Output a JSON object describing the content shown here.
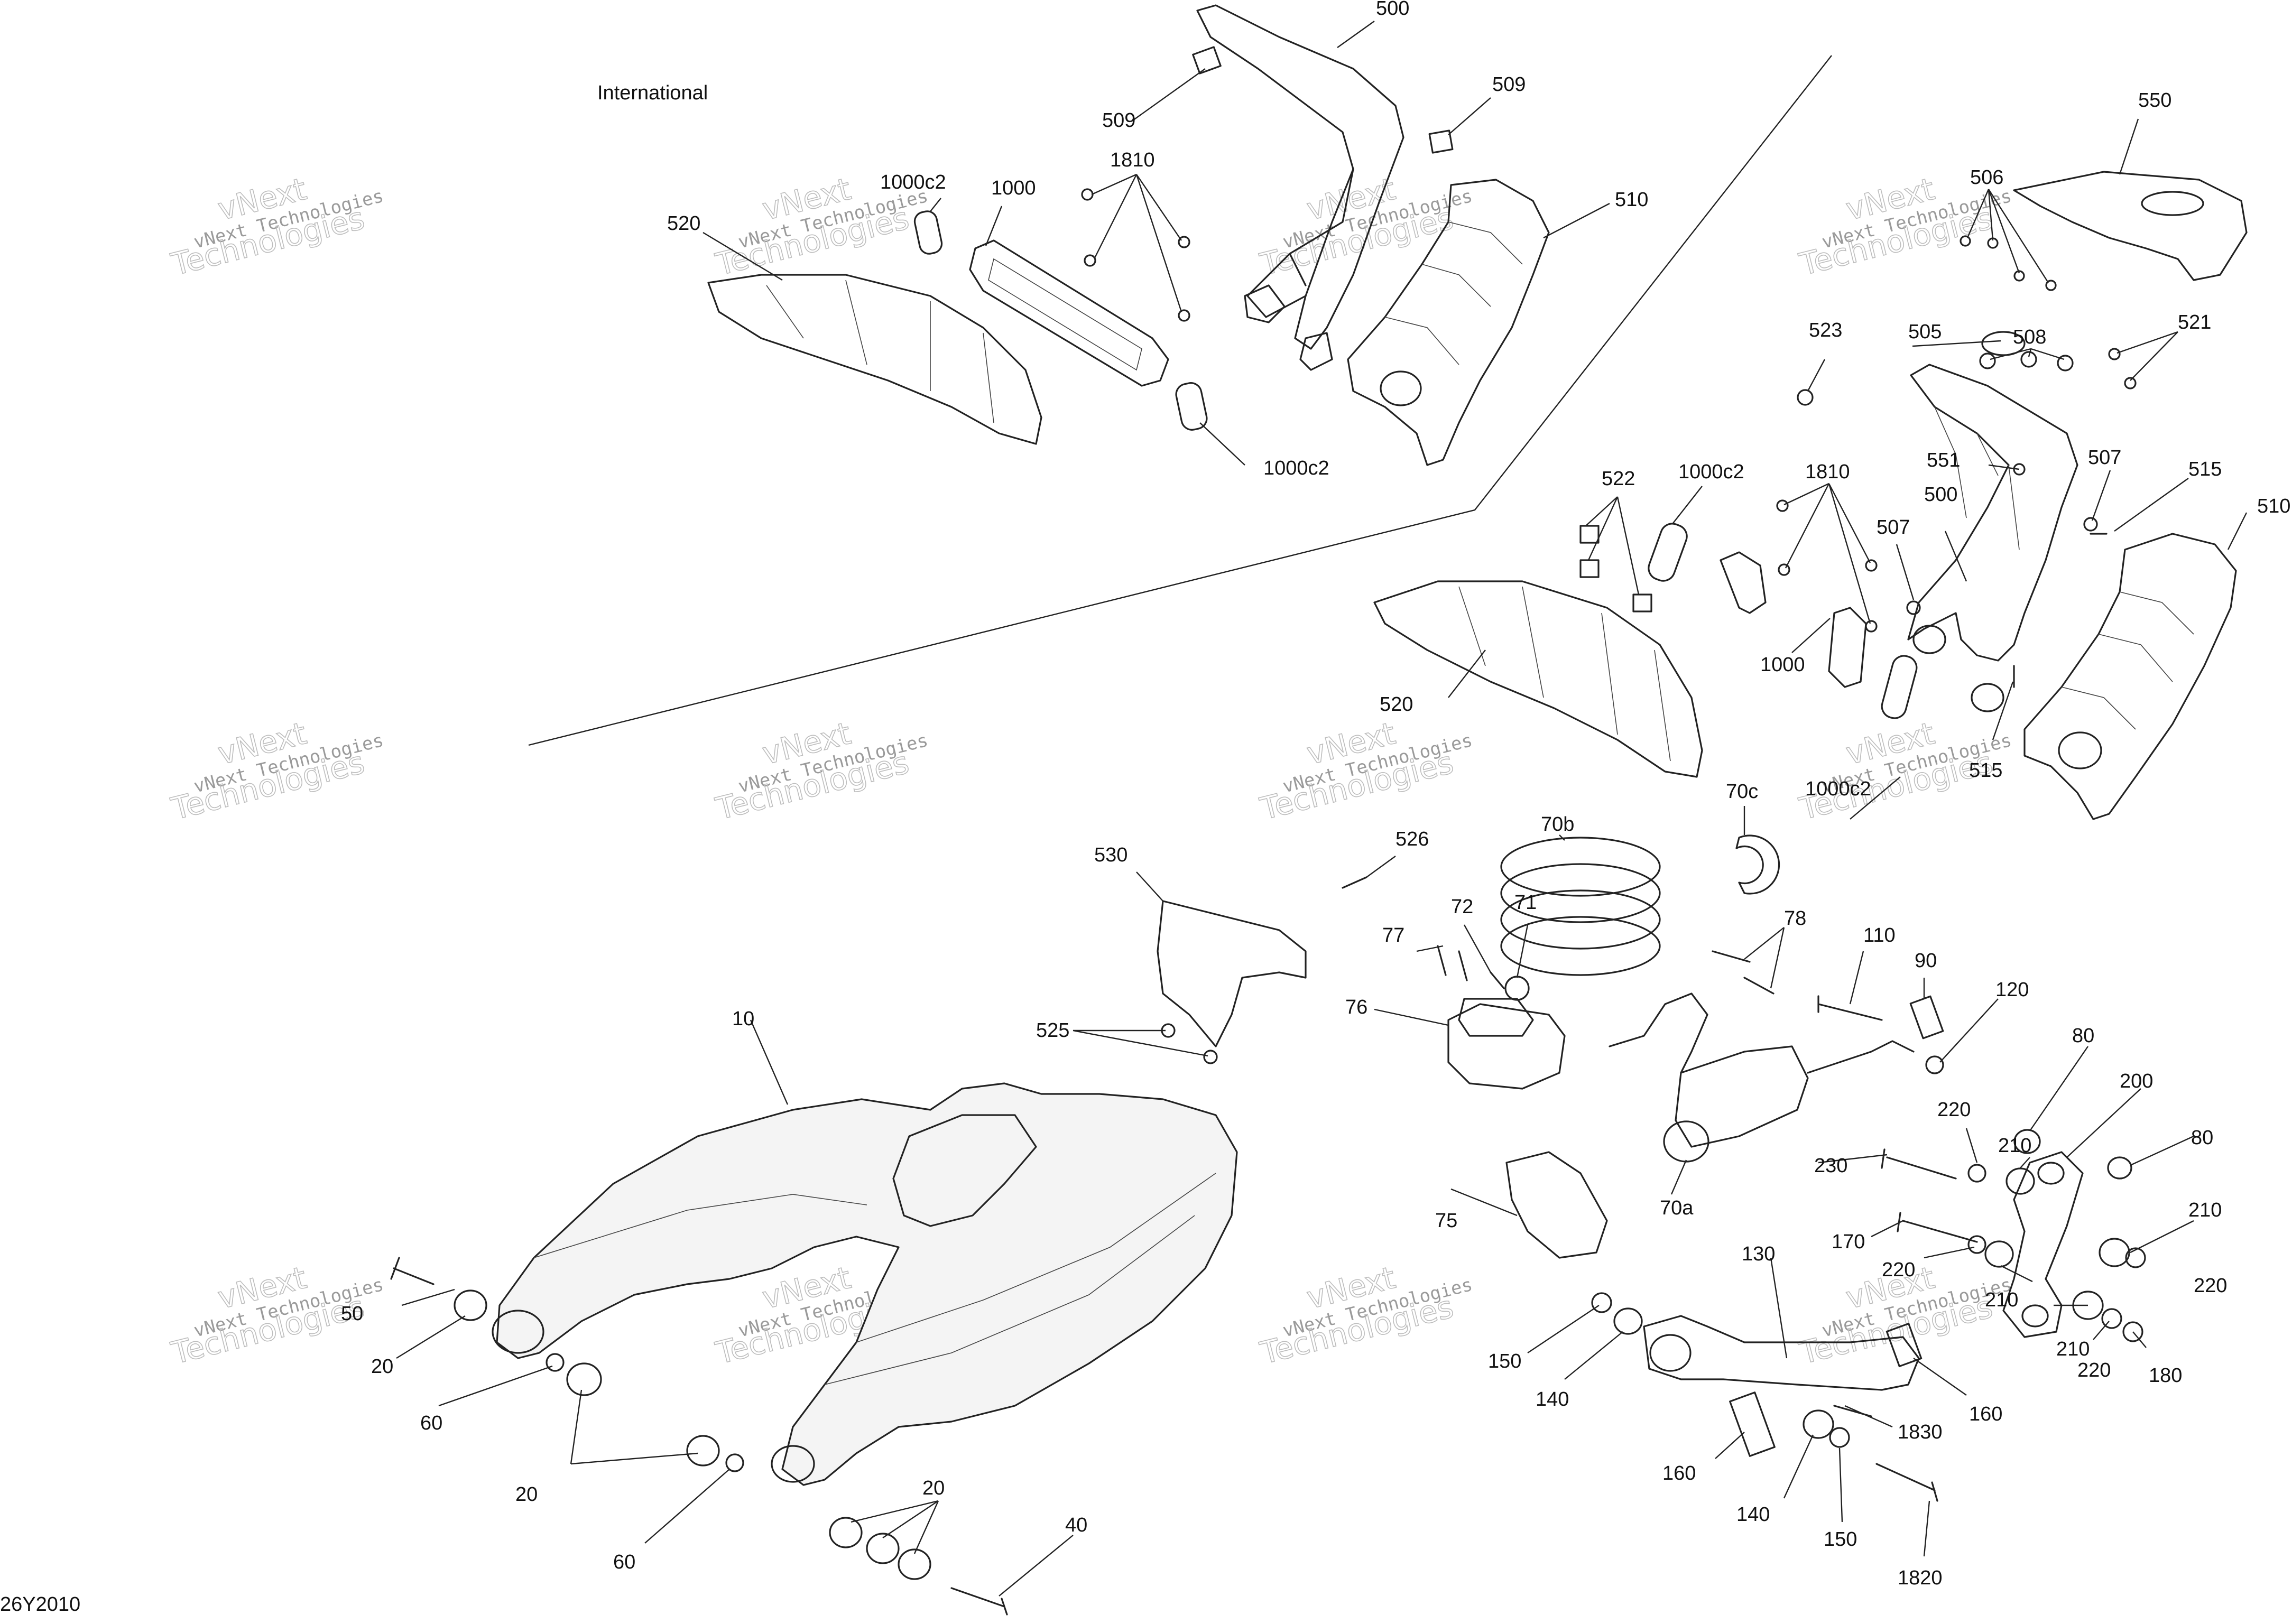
{
  "diagram": {
    "region_label": "International",
    "drawing_code": "26Y2010",
    "watermark": {
      "line1": "vNext Technologies",
      "line2": "vNext",
      "line3": "Technologies"
    },
    "callouts": [
      {
        "id": "c500a",
        "text": "500"
      },
      {
        "id": "c509a",
        "text": "509"
      },
      {
        "id": "c509b",
        "text": "509"
      },
      {
        "id": "c1810a",
        "text": "1810"
      },
      {
        "id": "c1000c2a",
        "text": "1000c2"
      },
      {
        "id": "c1000a",
        "text": "1000"
      },
      {
        "id": "c520a",
        "text": "520"
      },
      {
        "id": "c510a",
        "text": "510"
      },
      {
        "id": "c1000c2b",
        "text": "1000c2"
      },
      {
        "id": "c550",
        "text": "550"
      },
      {
        "id": "c506",
        "text": "506"
      },
      {
        "id": "c523",
        "text": "523"
      },
      {
        "id": "c505",
        "text": "505"
      },
      {
        "id": "c508",
        "text": "508"
      },
      {
        "id": "c521",
        "text": "521"
      },
      {
        "id": "c522",
        "text": "522"
      },
      {
        "id": "c1000c2c",
        "text": "1000c2"
      },
      {
        "id": "c1810b",
        "text": "1810"
      },
      {
        "id": "c551",
        "text": "551"
      },
      {
        "id": "c507a",
        "text": "507"
      },
      {
        "id": "c515a",
        "text": "515"
      },
      {
        "id": "c500b",
        "text": "500"
      },
      {
        "id": "c510b",
        "text": "510"
      },
      {
        "id": "c507b",
        "text": "507"
      },
      {
        "id": "c520b",
        "text": "520"
      },
      {
        "id": "c1000b",
        "text": "1000"
      },
      {
        "id": "c515b",
        "text": "515"
      },
      {
        "id": "c1000c2d",
        "text": "1000c2"
      },
      {
        "id": "c70c",
        "text": "70c"
      },
      {
        "id": "c70b",
        "text": "70b"
      },
      {
        "id": "c526",
        "text": "526"
      },
      {
        "id": "c530",
        "text": "530"
      },
      {
        "id": "c72",
        "text": "72"
      },
      {
        "id": "c71",
        "text": "71"
      },
      {
        "id": "c77",
        "text": "77"
      },
      {
        "id": "c78",
        "text": "78"
      },
      {
        "id": "c76",
        "text": "76"
      },
      {
        "id": "c110",
        "text": "110"
      },
      {
        "id": "c90",
        "text": "90"
      },
      {
        "id": "c120",
        "text": "120"
      },
      {
        "id": "c525",
        "text": "525"
      },
      {
        "id": "c10",
        "text": "10"
      },
      {
        "id": "c80a",
        "text": "80"
      },
      {
        "id": "c200",
        "text": "200"
      },
      {
        "id": "c220a",
        "text": "220"
      },
      {
        "id": "c210a",
        "text": "210"
      },
      {
        "id": "c80b",
        "text": "80"
      },
      {
        "id": "c230",
        "text": "230"
      },
      {
        "id": "c70a",
        "text": "70a"
      },
      {
        "id": "c75",
        "text": "75"
      },
      {
        "id": "c210b",
        "text": "210"
      },
      {
        "id": "c170",
        "text": "170"
      },
      {
        "id": "c220b",
        "text": "220"
      },
      {
        "id": "c220c",
        "text": "220"
      },
      {
        "id": "c130",
        "text": "130"
      },
      {
        "id": "c210c",
        "text": "210"
      },
      {
        "id": "c210d",
        "text": "210"
      },
      {
        "id": "c50",
        "text": "50"
      },
      {
        "id": "c20a",
        "text": "20"
      },
      {
        "id": "c150a",
        "text": "150"
      },
      {
        "id": "c220d",
        "text": "220"
      },
      {
        "id": "c180",
        "text": "180"
      },
      {
        "id": "c140a",
        "text": "140"
      },
      {
        "id": "c160a",
        "text": "160"
      },
      {
        "id": "c60a",
        "text": "60"
      },
      {
        "id": "c1830",
        "text": "1830"
      },
      {
        "id": "c20b",
        "text": "20"
      },
      {
        "id": "c160b",
        "text": "160"
      },
      {
        "id": "c20c",
        "text": "20"
      },
      {
        "id": "c140b",
        "text": "140"
      },
      {
        "id": "c150b",
        "text": "150"
      },
      {
        "id": "c40",
        "text": "40"
      },
      {
        "id": "c60b",
        "text": "60"
      },
      {
        "id": "c1820",
        "text": "1820"
      }
    ]
  }
}
